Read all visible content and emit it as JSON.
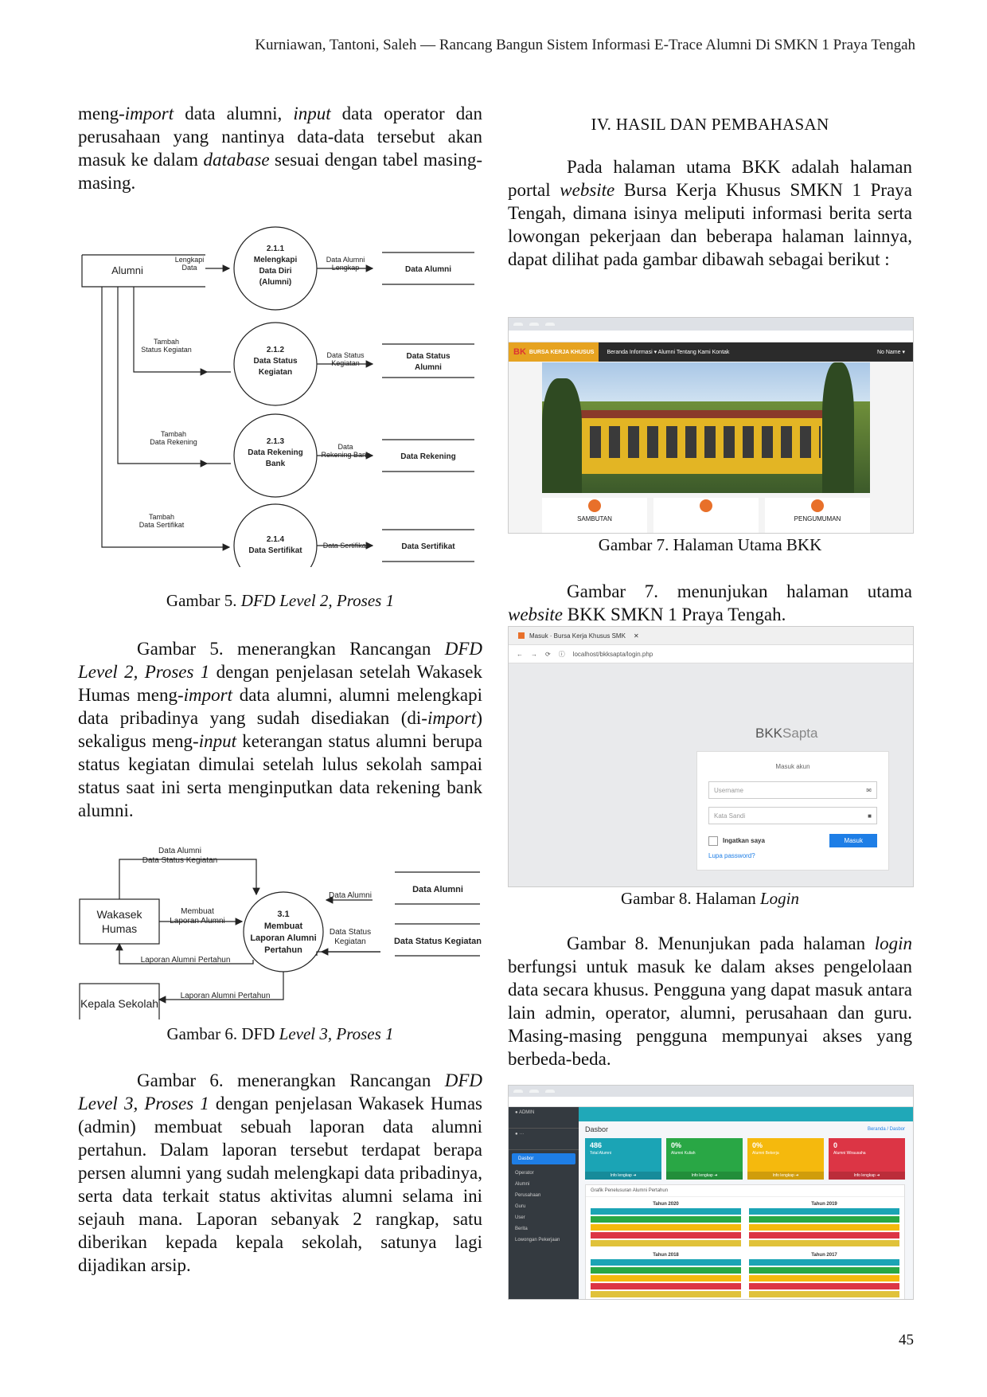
{
  "header": "Kurniawan, Tantoni, Saleh — Rancang Bangun Sistem Informasi E-Trace Alumni Di SMKN 1 Praya Tengah",
  "page_number": "45",
  "left": {
    "para1": [
      "meng-",
      "import",
      " data alumni, ",
      "input",
      " data operator dan perusahaan yang nantinya data-data tersebut akan masuk ke dalam ",
      "database",
      " sesuai dengan tabel masing-masing."
    ],
    "fig5": {
      "alumni": "Alumni",
      "p1": [
        "2.1.1",
        "Melengkapi",
        "Data Diri",
        "(Alumni)"
      ],
      "p2": [
        "2.1.2",
        "Data Status",
        "Kegiatan"
      ],
      "p3": [
        "2.1.3",
        "Data Rekening",
        "Bank"
      ],
      "p4": [
        "2.1.4",
        "Data Sertifikat"
      ],
      "in1": [
        "Lengkapi",
        "Data"
      ],
      "in2": [
        "Tambah",
        "Status Kegiatan"
      ],
      "in3": [
        "Tambah",
        "Data Rekening"
      ],
      "in4": [
        "Tambah",
        "Data Sertifikat"
      ],
      "out1": [
        "Data Alumni",
        "Lengkap"
      ],
      "out2": [
        "Data Status",
        "Kegiatan"
      ],
      "out3": [
        "Data",
        "Rekening Bank"
      ],
      "out4": "Data Sertifikat",
      "store1": "Data Alumni",
      "store2": [
        "Data Status",
        "Alumni"
      ],
      "store3": "Data Rekening",
      "store4": "Data Sertifikat"
    },
    "caption5": [
      "Gambar 5. ",
      "DFD Level 2, Proses 1"
    ],
    "para2": [
      "Gambar 5. menerangkan Rancangan ",
      "DFD Level 2, Proses 1",
      " dengan penjelasan setelah Wakasek Humas meng-",
      "import",
      " data alumni, alumni melengkapi data pribadinya yang sudah disediakan (di-",
      "import",
      ") sekaligus meng-",
      "input",
      " keterangan status alumni berupa status kegiatan dimulai setelah lulus sekolah sampai status saat ini serta menginputkan data rekening bank alumni."
    ],
    "fig6": {
      "wakasek": [
        "Wakasek",
        "Humas"
      ],
      "kepala": "Kepala Sekolah",
      "proc": [
        "3.1",
        "Membuat",
        "Laporan Alumni",
        "Pertahun"
      ],
      "top": [
        "Data Alumni",
        "Data Status Kegiatan"
      ],
      "mid": [
        "Membuat",
        "Laporan Alumni"
      ],
      "back": "Laporan Alumni Pertahun",
      "kep": "Laporan Alumni Pertahun",
      "in1": "Data Alumni",
      "in2": [
        "Data Status",
        "Kegiatan"
      ],
      "store1": "Data Alumni",
      "store2": "Data Status Kegiatan"
    },
    "caption6": [
      "Gambar 6. DFD ",
      "Level 3, Proses 1"
    ],
    "para3": [
      "Gambar 6. menerangkan Rancangan ",
      "DFD Level 3, Proses 1",
      " dengan penjelasan Wakasek Humas (admin) membuat sebuah laporan data alumni pertahun. Dalam laporan tersebut terdapat berapa persen alumni yang sudah melengkapi data pribadinya, serta data terkait status aktivitas alumni selama ini sejauh mana. Laporan sebanyak 2 rangkap, satu diberikan kepada kepala sekolah, satunya lagi dijadikan arsip."
    ]
  },
  "right": {
    "section": "IV.   HASIL DAN PEMBAHASAN",
    "para1": [
      "Pada halaman utama BKK adalah halaman portal ",
      "website",
      " Bursa Kerja Khusus SMKN 1 Praya Tengah, dimana isinya meliputi informasi berita serta lowongan pekerjaan dan beberapa halaman lainnya, dapat dilihat pada gambar dibawah sebagai berikut :"
    ],
    "shot7": {
      "brand": "BURSA KERJA KHUSUS",
      "menu": "Beranda   Informasi ▾   Alumni   Tentang Kami   Kontak",
      "user": "No Name ▾",
      "cards": [
        "SAMBUTAN",
        "",
        "PENGUMUMAN"
      ]
    },
    "caption7": "Gambar 7. Halaman Utama BKK",
    "para2": [
      "Gambar 7. menunjukan halaman utama ",
      "website",
      " BKK SMKN 1 Praya Tengah."
    ],
    "shot8": {
      "tab": "Masuk · Bursa Kerja Khusus SMK",
      "url": "localhost/bkksapta/login.php",
      "brand_bold": "BKK",
      "brand_light": "Sapta",
      "title": "Masuk akun",
      "username": "Username",
      "password": "Kata Sandi",
      "remember": "Ingatkan saya",
      "submit": "Masuk",
      "forgot": "Lupa password?"
    },
    "caption8": [
      "Gambar 8. Halaman ",
      "Login"
    ],
    "para3": [
      "Gambar 8. Menunjukan pada halaman ",
      "login",
      " berfungsi untuk masuk ke dalam akses pengelolaan data secara khusus. Pengguna yang dapat masuk antara lain admin, operator, alumni, perusahaan dan guru. Masing-masing pengguna mempunyai akses yang berbeda-beda."
    ],
    "shot9": {
      "title": "Dasbor",
      "crumb": "Beranda / Dasbor",
      "stats": [
        {
          "value": "486",
          "label": "Total Alumni",
          "color": "#1ba4b5"
        },
        {
          "value": "0%",
          "label": "Alumni Kuliah",
          "color": "#29a745"
        },
        {
          "value": "0%",
          "label": "Alumni Bekerja",
          "color": "#f5b90d"
        },
        {
          "value": "0",
          "label": "Alumni Wirausaha",
          "color": "#dc3545"
        }
      ],
      "more": "Info lengkap",
      "graph_title": "Grafik Penelusuran Alumni Pertahun",
      "years": [
        "Tahun 2020",
        "Tahun 2019",
        "Tahun 2018",
        "Tahun 2017"
      ],
      "sidebar": [
        "Dasbor",
        "Operator",
        "Alumni",
        "Perusahaan",
        "Guru",
        "User",
        "Berita",
        "Lowongan Pekerjaan"
      ]
    }
  }
}
